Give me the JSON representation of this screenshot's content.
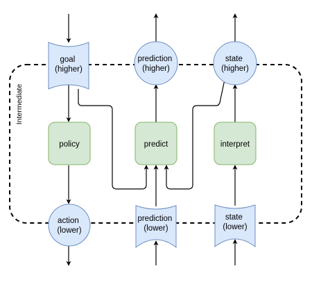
{
  "container": {
    "label": "Intermediate"
  },
  "nodes": {
    "goal_higher": {
      "lines": [
        "goal",
        "(higher)"
      ],
      "fill": "#dae8fc",
      "stroke": "#6c8ebf"
    },
    "prediction_higher": {
      "lines": [
        "prediction",
        "(higher)"
      ],
      "fill": "#dae8fc",
      "stroke": "#6c8ebf"
    },
    "state_higher": {
      "lines": [
        "state",
        "(higher)"
      ],
      "fill": "#dae8fc",
      "stroke": "#6c8ebf"
    },
    "policy": {
      "lines": [
        "policy"
      ],
      "fill": "#d5e8d4",
      "stroke": "#82b366"
    },
    "predict": {
      "lines": [
        "predict"
      ],
      "fill": "#d5e8d4",
      "stroke": "#82b366"
    },
    "interpret": {
      "lines": [
        "interpret"
      ],
      "fill": "#d5e8d4",
      "stroke": "#82b366"
    },
    "action_lower": {
      "lines": [
        "action",
        "(lower)"
      ],
      "fill": "#dae8fc",
      "stroke": "#6c8ebf"
    },
    "prediction_lower": {
      "lines": [
        "prediction",
        "(lower)"
      ],
      "fill": "#dae8fc",
      "stroke": "#6c8ebf"
    },
    "state_lower": {
      "lines": [
        "state",
        "(lower)"
      ],
      "fill": "#dae8fc",
      "stroke": "#6c8ebf"
    }
  },
  "edges": [
    {
      "from": "input-top",
      "to": "goal_higher"
    },
    {
      "from": "goal_higher",
      "to": "policy"
    },
    {
      "from": "policy",
      "to": "action_lower"
    },
    {
      "from": "action_lower",
      "to": "output-bottom"
    },
    {
      "from": "goal_higher",
      "to": "predict"
    },
    {
      "from": "predict",
      "to": "prediction_higher"
    },
    {
      "from": "prediction_higher",
      "to": "output-top"
    },
    {
      "from": "prediction_lower",
      "to": "predict"
    },
    {
      "from": "input-bottom",
      "to": "prediction_lower"
    },
    {
      "from": "state_higher",
      "to": "predict"
    },
    {
      "from": "interpret",
      "to": "state_higher"
    },
    {
      "from": "state_higher",
      "to": "output-top"
    },
    {
      "from": "state_lower",
      "to": "interpret"
    },
    {
      "from": "input-bottom",
      "to": "state_lower"
    }
  ]
}
